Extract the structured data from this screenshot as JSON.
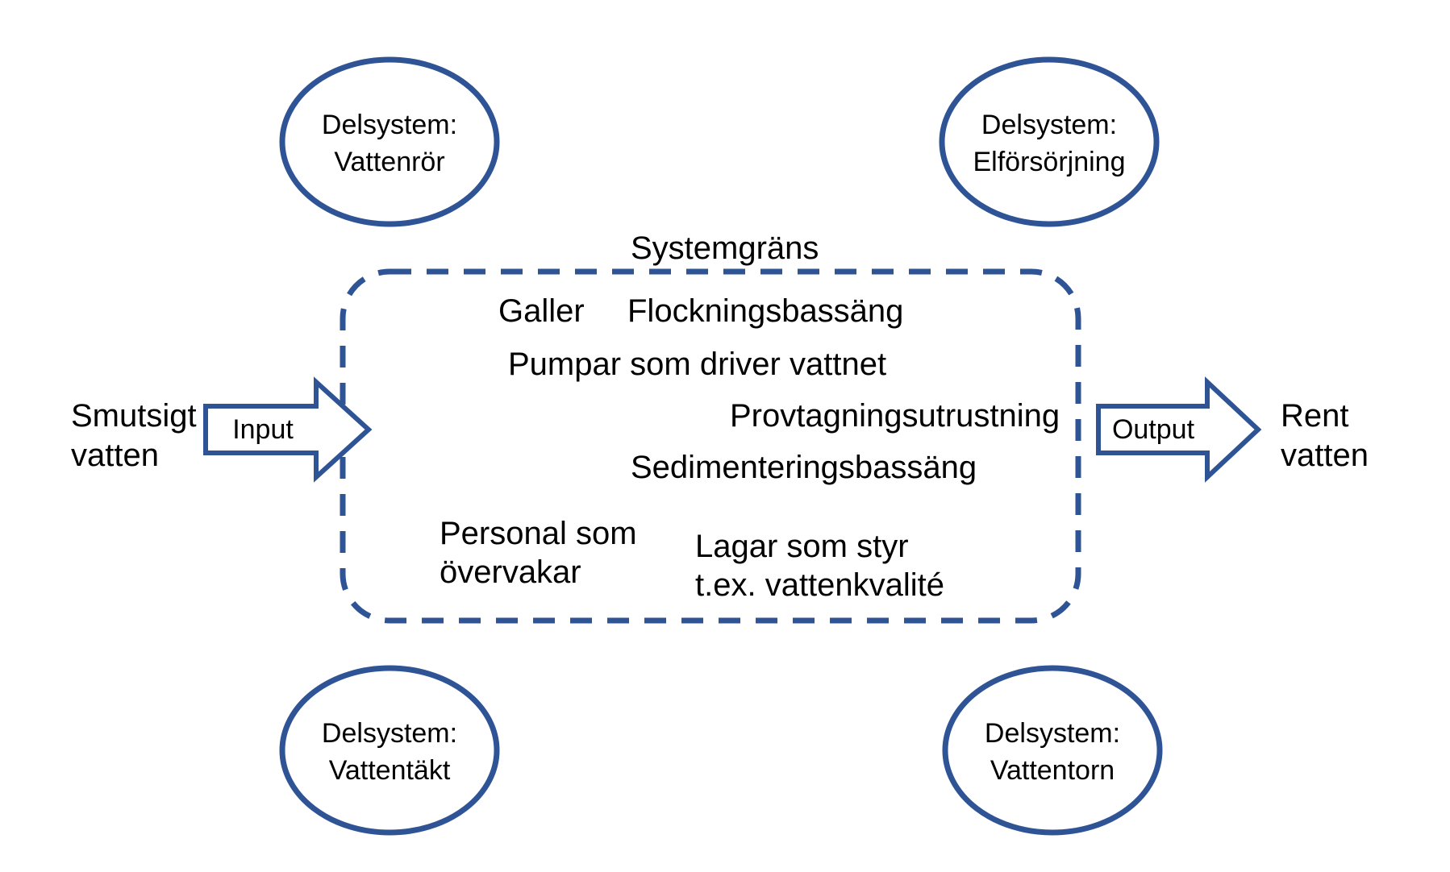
{
  "colors": {
    "accent_blue": "#2F5496",
    "text_black": "#000000",
    "background": "#FFFFFF"
  },
  "system_boundary": {
    "label": "Systemgräns",
    "items": {
      "galler": "Galler",
      "flockningsbassang": "Flockningsbassäng",
      "pumpar": "Pumpar som driver vattnet",
      "provtagning": "Provtagningsutrustning",
      "sedimentering": "Sedimenteringsbassäng",
      "personal_line1": "Personal som",
      "personal_line2": "övervakar",
      "lagar_line1": "Lagar som styr",
      "lagar_line2": "t.ex. vattenkvalité"
    }
  },
  "subsystems": {
    "top_left": {
      "line1": "Delsystem:",
      "line2": "Vattenrör"
    },
    "top_right": {
      "line1": "Delsystem:",
      "line2": "Elförsörjning"
    },
    "bottom_left": {
      "line1": "Delsystem:",
      "line2": "Vattentäkt"
    },
    "bottom_right": {
      "line1": "Delsystem:",
      "line2": "Vattentorn"
    }
  },
  "input": {
    "arrow_label": "Input",
    "source_line1": "Smutsigt",
    "source_line2": "vatten"
  },
  "output": {
    "arrow_label": "Output",
    "result_line1": "Rent",
    "result_line2": "vatten"
  }
}
